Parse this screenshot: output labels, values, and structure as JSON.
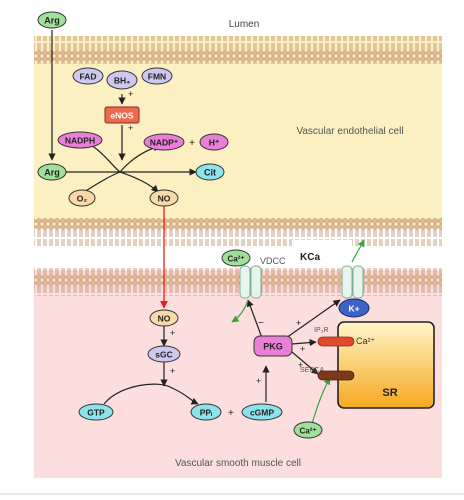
{
  "labels": {
    "lumen": "Lumen",
    "endothelial_cell": "Vascular endothelial cell",
    "smooth_muscle_cell": "Vascular smooth muscle cell",
    "vdcc": "VDCC",
    "kca": "KCa",
    "ip3r": "IP₃R",
    "serca": "SERCA",
    "sr": "SR",
    "plus": "+",
    "minus": "−"
  },
  "molecules": {
    "arg_lumen": "Arg",
    "arg_cell": "Arg",
    "fad": "FAD",
    "bh4": "BH₄",
    "fmn": "FMN",
    "enos": "eNOS",
    "nadph": "NADPH",
    "nadp_plus": "NADP⁺",
    "h_plus": "H⁺",
    "o2": "O₂",
    "no_endothelial": "NO",
    "cit": "Cit",
    "ca_vdcc": "Ca²⁺",
    "k_plus": "K+",
    "no_smooth": "NO",
    "sgc": "sGC",
    "pkg": "PKG",
    "ca_sr": "Ca²⁺",
    "gtp": "GTP",
    "ppi": "PPᵢ",
    "cgmp": "cGMP",
    "ca_serca": "Ca²⁺"
  },
  "colors": {
    "endothelial_fill": "#fcefc2",
    "smooth_muscle_fill": "#fcdede",
    "membrane": "#d9b79a",
    "green_node": "#9fe09a",
    "purple_node": "#cfc8ee",
    "magenta_node": "#e97fd8",
    "cyan_node": "#8ce3ec",
    "orange_node": "#fbd8a8",
    "red_enzyme": "#ec6a4c",
    "no_arrow": "#e0201a",
    "green_arrow": "#3aa43a",
    "sr_gradient_top": "#fff6c8",
    "sr_gradient_bottom": "#f6a820"
  }
}
